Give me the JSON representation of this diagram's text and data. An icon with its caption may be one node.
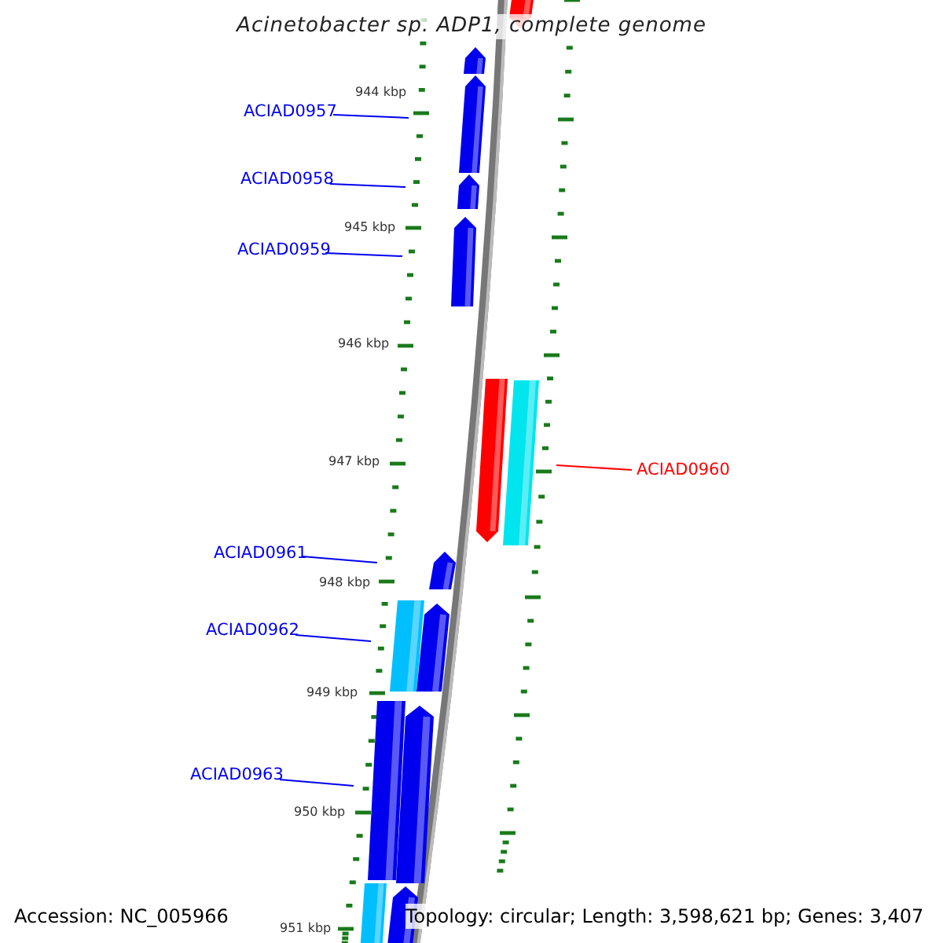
{
  "diagram": {
    "title": "Acinetobacter sp. ADP1, complete genome",
    "nodes": [
      {
        "text": [
          "ACIAD0957"
        ]
      },
      {
        "text": [
          "ACIAD0958"
        ]
      },
      {
        "text": [
          "ACIAD0959"
        ]
      },
      {
        "text": [
          "ACIAD0960"
        ]
      },
      {
        "text": [
          "ACIAD0961"
        ]
      },
      {
        "text": [
          "ACIAD0962"
        ]
      },
      {
        "text": [
          "ACIAD0963"
        ]
      }
    ],
    "edges": [
      {
        "from": 0,
        "to": null,
        "arrow": "none"
      },
      {
        "from": 1,
        "to": null,
        "arrow": "none"
      },
      {
        "from": 2,
        "to": null,
        "arrow": "none"
      },
      {
        "from": 3,
        "to": null,
        "arrow": "none",
        "color": "#ff0000"
      },
      {
        "from": 4,
        "to": null,
        "arrow": "none"
      },
      {
        "from": 5,
        "to": null,
        "arrow": "none"
      },
      {
        "from": 6,
        "to": null,
        "arrow": "none"
      }
    ],
    "labels": [
      "944 kbp",
      "945 kbp",
      "946 kbp",
      "947 kbp",
      "948 kbp",
      "949 kbp",
      "950 kbp",
      "951 kbp",
      "Accession: NC_005966",
      "Topology: circular; Length: 3,598,621 bp; Genes: 3,407"
    ]
  }
}
